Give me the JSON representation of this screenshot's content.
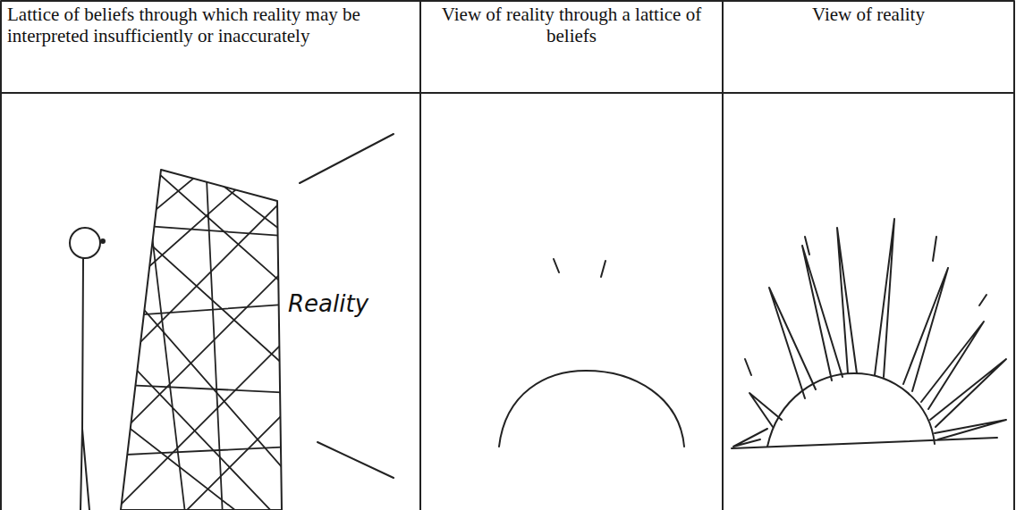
{
  "diagram": {
    "labels": [
      "Lattice of beliefs through which reality may be interpreted insufficiently or inaccurately",
      "View of reality through a lattice of beliefs",
      "View of reality",
      "Reality"
    ]
  }
}
